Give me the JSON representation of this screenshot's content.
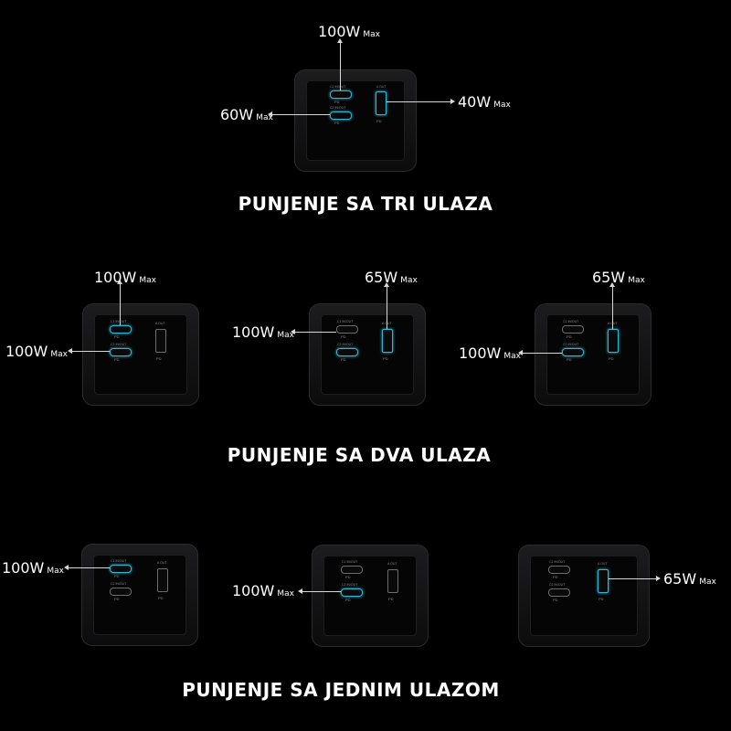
{
  "headings": {
    "three": "PUNJENJE SA TRI ULAZA",
    "two": "PUNJENJE SA DVA ULAZA",
    "one": "PUNJENJE SA JEDNIM ULAZOM"
  },
  "ports": {
    "c1": "C1 IN/OUT",
    "c2": "C2 IN/OUT",
    "a": "A OUT",
    "pd": "PD"
  },
  "unit_max": "Max",
  "watts": {
    "w100": "100W",
    "w65": "65W",
    "w60": "60W",
    "w40": "40W"
  },
  "colors": {
    "active_port": "#2bb7d6",
    "background": "#000000"
  }
}
